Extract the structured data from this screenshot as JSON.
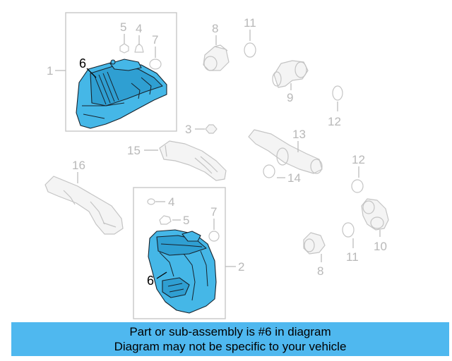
{
  "callouts": {
    "c1": "1",
    "c2": "2",
    "c3": "3",
    "c4_top": "4",
    "c4_bottom": "4",
    "c5_top": "5",
    "c5_bottom": "5",
    "c6_top": "6",
    "c6_bottom": "6",
    "c7_top": "7",
    "c7_bottom": "7",
    "c8_top": "8",
    "c8_bottom": "8",
    "c9": "9",
    "c10": "10",
    "c11_top": "11",
    "c11_bottom": "11",
    "c12_top": "12",
    "c12_bottom": "12",
    "c13": "13",
    "c14": "14",
    "c15": "15",
    "c16": "16"
  },
  "highlight_color": "#45b7e7",
  "banner": {
    "color": "#4fb8ef",
    "line1": "Part or sub-assembly is #6 in diagram",
    "line2": "Diagram may not be specific to your vehicle"
  }
}
